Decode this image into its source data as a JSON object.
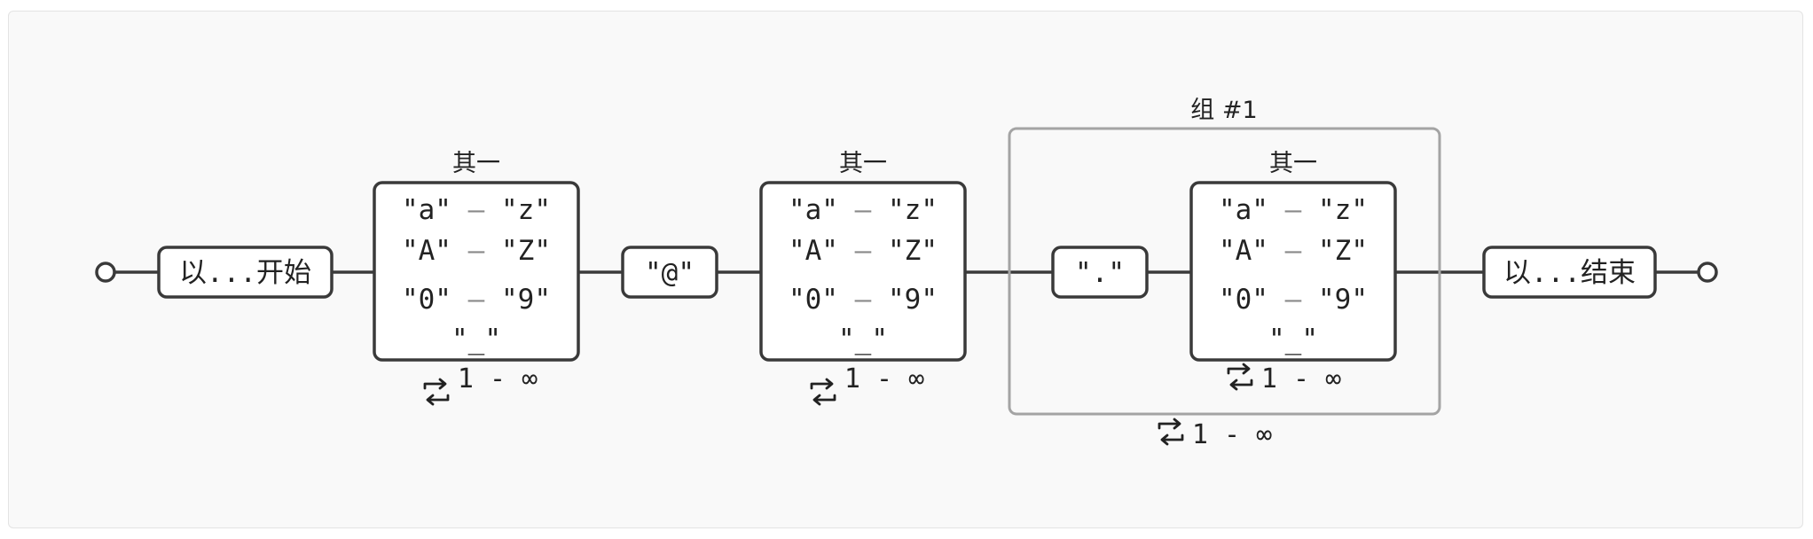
{
  "diagram": {
    "start_label": "以...开始",
    "end_label": "以...结束",
    "one_of_label": "其一",
    "group_label": "组 #1",
    "dash": "–",
    "literals": {
      "at": "\"@\"",
      "dot": "\".\""
    },
    "char_class": {
      "ranges": [
        {
          "from": "\"a\"",
          "to": "\"z\""
        },
        {
          "from": "\"A\"",
          "to": "\"Z\""
        },
        {
          "from": "\"0\"",
          "to": "\"9\""
        }
      ],
      "single": "\"_\""
    },
    "repeat_label": "1 - ∞"
  }
}
